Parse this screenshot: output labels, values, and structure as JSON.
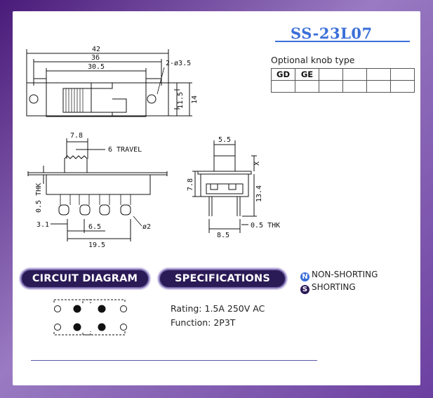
{
  "header": {
    "model": "SS-23L07"
  },
  "knob": {
    "title": "Optional knob type",
    "options": [
      "GD",
      "GE",
      "",
      "",
      "",
      ""
    ]
  },
  "top_view": {
    "dim_overall": "42",
    "dim_mid": "36",
    "dim_inner": "30.5",
    "dim_holes": "2-ø3.5",
    "dim_height_inner": "11.5",
    "dim_height_outer": "14"
  },
  "side_view": {
    "dim_knob": "7.8",
    "travel": "6 TRAVEL",
    "dim_thk": "0.5 THK",
    "dim_pin_left": "3.1",
    "dim_pin_pitch": "6.5",
    "dim_pin_dia": "ø2",
    "dim_pin_span": "19.5"
  },
  "end_view": {
    "dim_knob_width": "5.5",
    "dim_x": "X",
    "dim_body_height": "7.8",
    "dim_total_height": "13.4",
    "dim_body_width": "8.5",
    "dim_thk": "0.5 THK"
  },
  "sections": {
    "circuit": "CIRCUIT DIAGRAM",
    "specs": "SPECIFICATIONS"
  },
  "legend": {
    "non_shorting_letter": "N",
    "non_shorting": "NON-SHORTING",
    "shorting_letter": "S",
    "shorting": "SHORTING"
  },
  "specs": {
    "rating": "Rating: 1.5A 250V AC",
    "function": "Function: 2P3T"
  },
  "colors": {
    "accent_blue": "#3a6fd8",
    "frame_purple": "#6b3fa0",
    "pill_dark": "#2a1a55"
  }
}
